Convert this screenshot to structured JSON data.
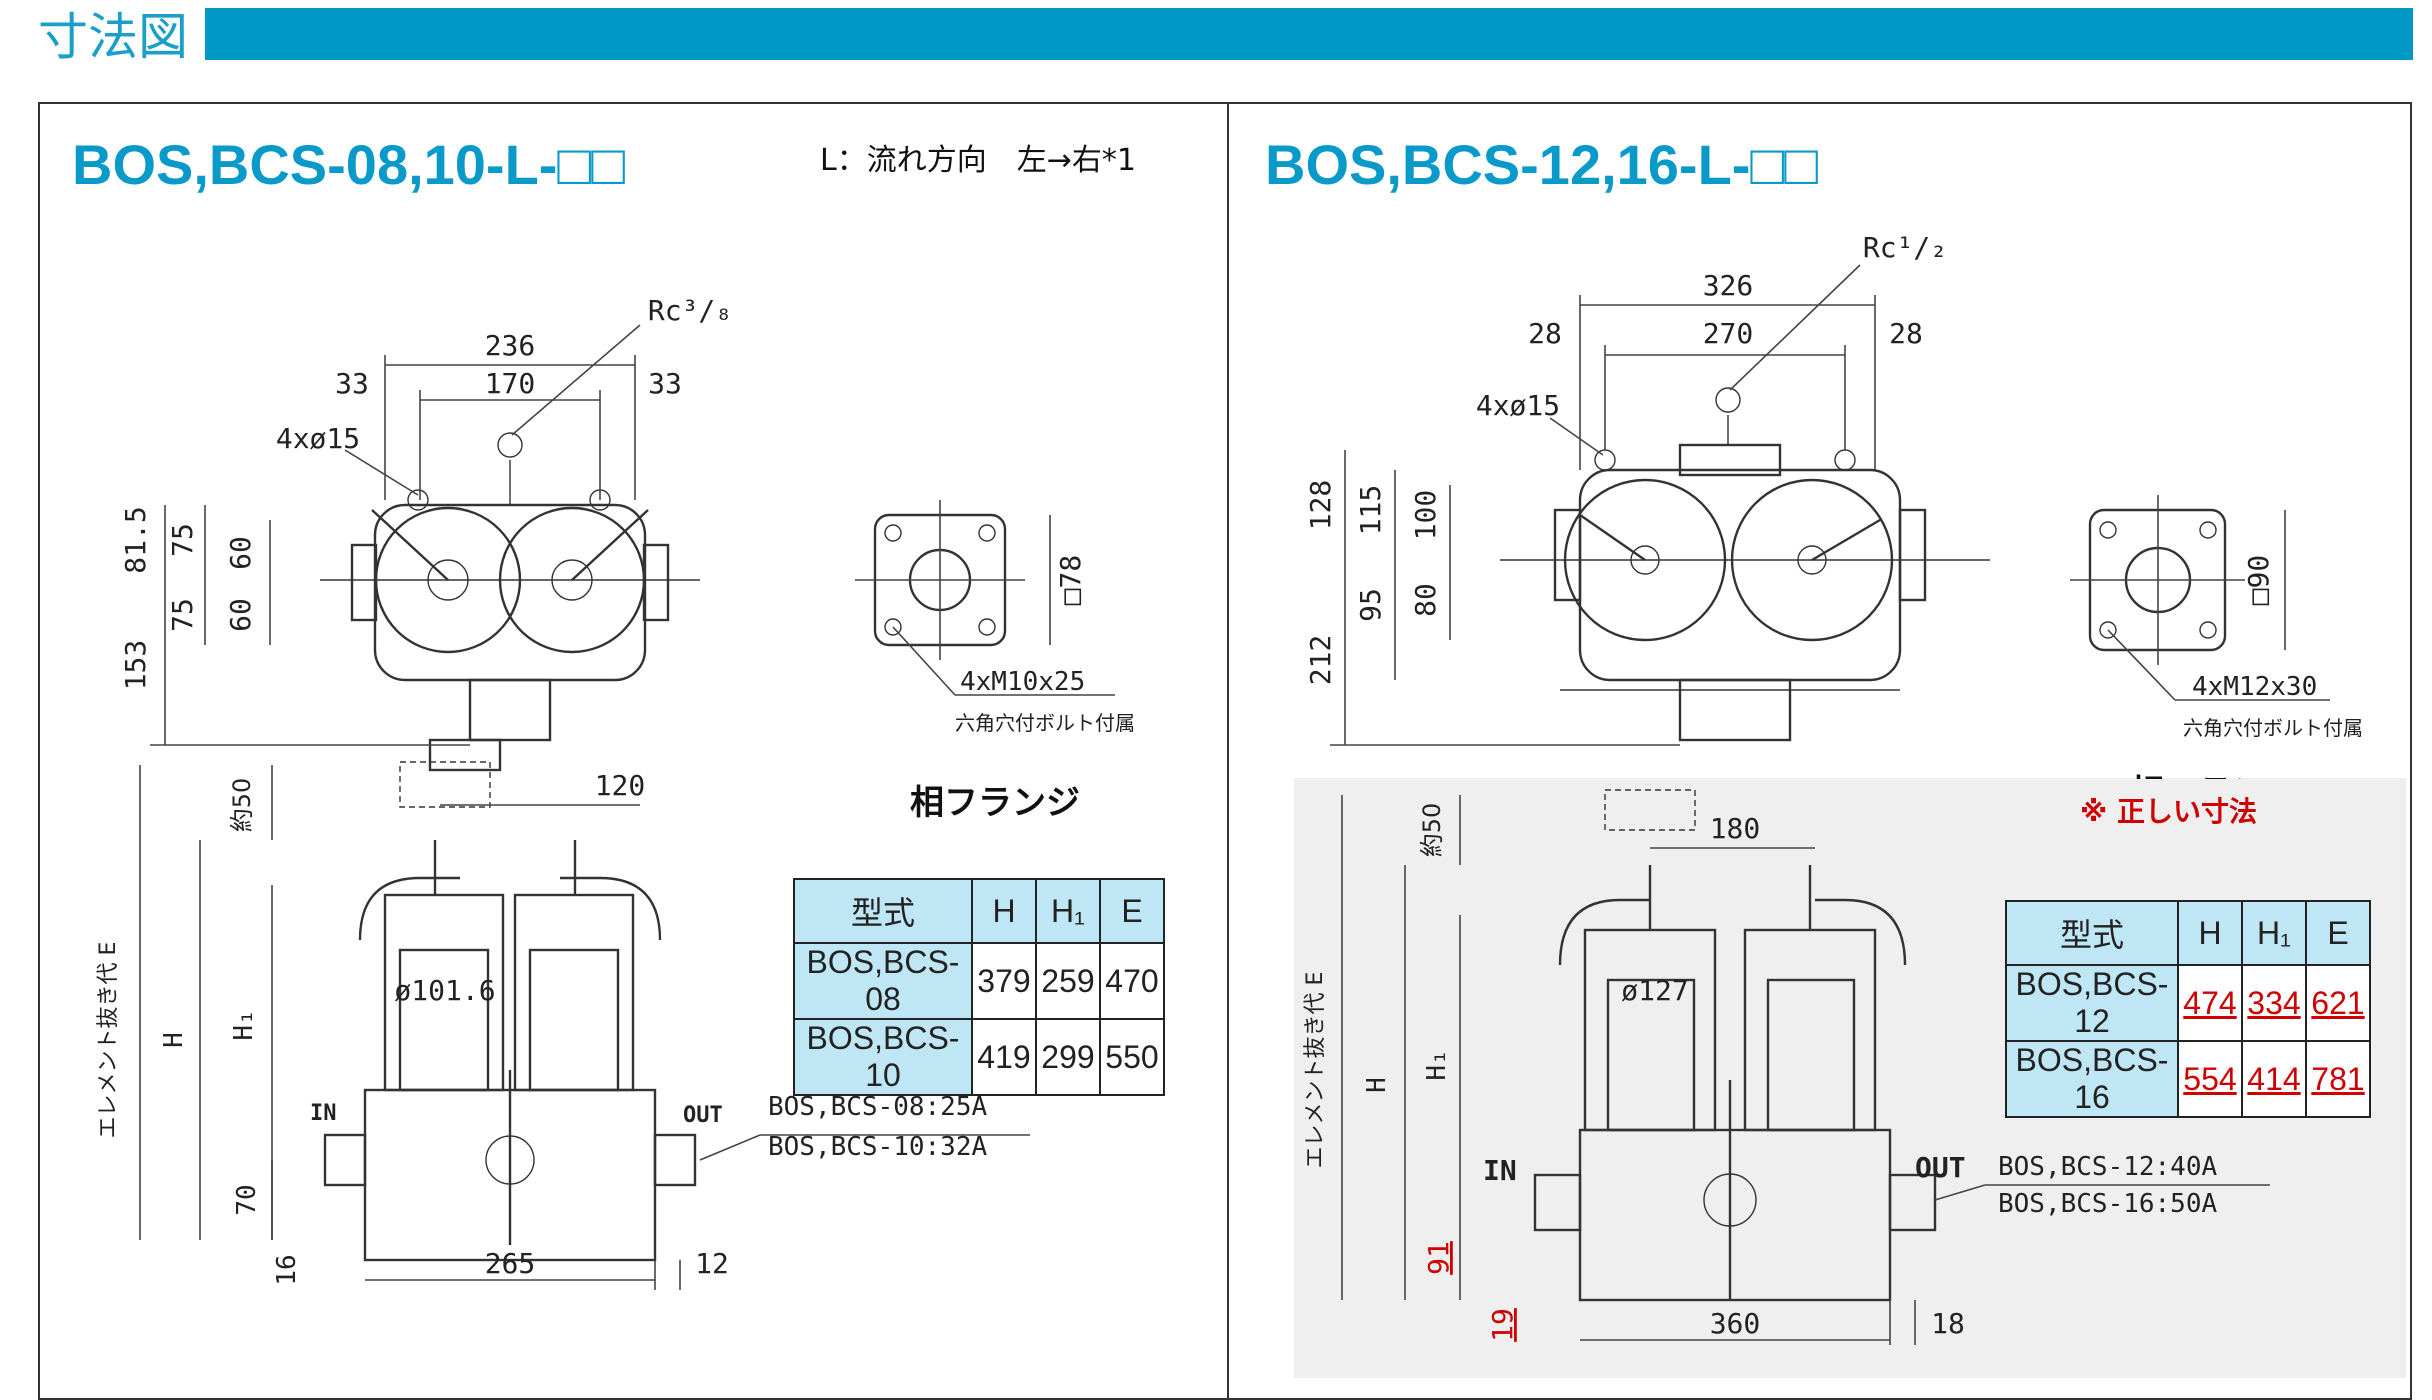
{
  "header": {
    "title": "寸法図"
  },
  "left": {
    "model_title": "BOS,BCS-08,10-L-□□",
    "flow_note": "L：流れ方向　左→右*1",
    "dims_top": [
      "236",
      "170",
      "33",
      "33",
      "Rc³/₈",
      "4xø15",
      "81.5",
      "75",
      "60",
      "75",
      "60",
      "153"
    ],
    "dims_front": [
      "約50",
      "120",
      "ø101.6",
      "エレメント抜き代 E",
      "H",
      "H₁",
      "IN",
      "OUT",
      "70",
      "16",
      "265",
      "12"
    ],
    "port_sizes": [
      "BOS,BCS-08:25A",
      "BOS,BCS-10:32A"
    ],
    "flange": {
      "size": "□78",
      "bolt": "4xM10x25",
      "bolt_note": "六角穴付ボルト付属",
      "caption": "相フランジ"
    },
    "table": {
      "headers": [
        "型式",
        "H",
        "H₁",
        "E"
      ],
      "rows": [
        [
          "BOS,BCS-08",
          "379",
          "259",
          "470"
        ],
        [
          "BOS,BCS-10",
          "419",
          "299",
          "550"
        ]
      ]
    }
  },
  "right": {
    "model_title": "BOS,BCS-12,16-L-□□",
    "dims_top": [
      "326",
      "270",
      "28",
      "28",
      "Rc¹/₂",
      "4xø15",
      "128",
      "115",
      "100",
      "95",
      "80",
      "212"
    ],
    "dims_front": [
      "約50",
      "180",
      "ø127",
      "エレメント抜き代 E",
      "H",
      "H₁",
      "IN",
      "OUT",
      "91",
      "19",
      "360",
      "18"
    ],
    "port_sizes": [
      "BOS,BCS-12:40A",
      "BOS,BCS-16:50A"
    ],
    "flange": {
      "size": "□90",
      "bolt": "4xM12x30",
      "bolt_note": "六角穴付ボルト付属",
      "caption": "相フランジ"
    },
    "correct_note": "※ 正しい寸法",
    "table": {
      "headers": [
        "型式",
        "H",
        "H₁",
        "E"
      ],
      "rows": [
        [
          "BOS,BCS-12",
          "474",
          "334",
          "621"
        ],
        [
          "BOS,BCS-16",
          "554",
          "414",
          "781"
        ]
      ]
    }
  },
  "colors": {
    "accent": "#0099c6",
    "title": "#0a9ac9",
    "table_header": "#bfe6f5",
    "correction": "#d00000"
  }
}
